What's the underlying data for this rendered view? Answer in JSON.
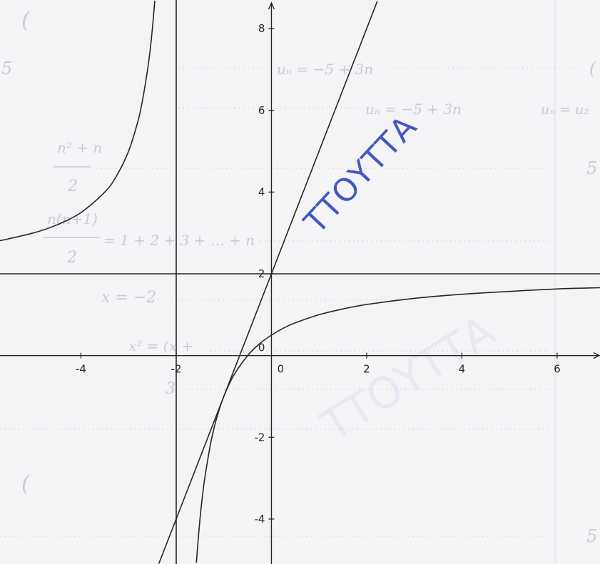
{
  "colors": {
    "paper": "#f4f4f6",
    "ink": "#262626",
    "pen": "#4557c2",
    "ghost": "#c9cad8"
  },
  "annotation": {
    "handwritten": "ΤΤΟΥΤΤΑ"
  },
  "background_text": {
    "paren_top": "(",
    "num_5_a": "5",
    "formula_1": "uₙ = −5 + 3n",
    "paren_1": "(",
    "formula_2": "uₙ = −5 + 3n",
    "formula_2b": "uₙ = u₂",
    "frac_1_num": "n² + n",
    "frac_1_den": "2",
    "num_5_b": "5",
    "frac_2_num": "n(n+1)",
    "frac_2_den": "2",
    "sum": "= 1 + 2 + 3 + … + n",
    "eq_1": "x = −2",
    "eq_2": "x² = (x +",
    "num_3": "3",
    "paren_2": "(",
    "num_5_c": "5"
  },
  "chart_data": {
    "type": "line",
    "xlim": [
      -5.7,
      6.9
    ],
    "ylim": [
      -5.1,
      8.7
    ],
    "x_ticks": [
      -4,
      -2,
      0,
      2,
      4,
      6
    ],
    "y_ticks": [
      8,
      6,
      4,
      2,
      0,
      -2,
      -4
    ],
    "grid": false,
    "series": [
      {
        "x": [
          -5.7,
          -5.0,
          -4.5,
          -4.0,
          -3.5,
          -3.25,
          -3.0,
          -2.8,
          -2.7,
          -2.6,
          -2.55,
          -2.5,
          -2.45
        ],
        "y": [
          2.81,
          3.0,
          3.2,
          3.5,
          4.0,
          4.4,
          5.0,
          5.75,
          6.29,
          7.0,
          7.45,
          8.0,
          8.67
        ]
      },
      {
        "x": [
          -1.575,
          -1.55,
          -1.5,
          -1.45,
          -1.4,
          -1.3,
          -1.25,
          -1.15,
          -1.0,
          -0.8,
          -0.5,
          -0.25,
          0,
          0.25,
          0.5,
          1,
          1.5,
          2,
          3,
          4,
          5,
          6,
          6.9
        ],
        "y": [
          -5.06,
          -4.67,
          -4.0,
          -3.45,
          -3.0,
          -2.29,
          -2.0,
          -1.53,
          -1.0,
          -0.5,
          0.0,
          0.29,
          0.5,
          0.67,
          0.8,
          1.0,
          1.14,
          1.25,
          1.4,
          1.5,
          1.57,
          1.63,
          1.66
        ]
      },
      {
        "x": [
          -2.36,
          2.22
        ],
        "y": [
          -5.08,
          8.66
        ]
      },
      {
        "x": [
          -2,
          -2
        ],
        "y": [
          -5.1,
          8.7
        ]
      },
      {
        "x": [
          -5.7,
          6.9
        ],
        "y": [
          2,
          2
        ]
      }
    ]
  }
}
